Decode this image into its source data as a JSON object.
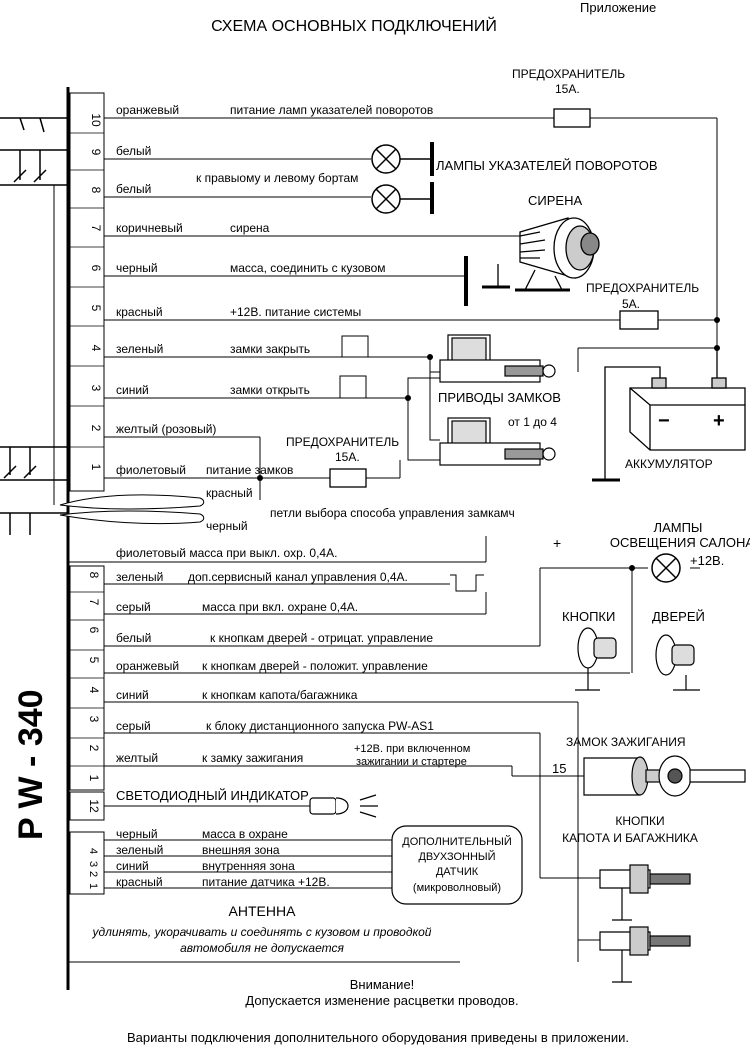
{
  "header": {
    "title": "СХЕМА ОСНОВНЫХ ПОДКЛЮЧЕНИЙ",
    "appendix": "Приложение"
  },
  "device": {
    "label": "P W - 340"
  },
  "top_connector": {
    "pins": [
      {
        "num": "10",
        "color": "оранжевый",
        "desc": "питание ламп указателей поворотов"
      },
      {
        "num": "9",
        "color": "белый",
        "desc": ""
      },
      {
        "num": "8",
        "color": "белый",
        "desc": "к правыому и левому бортам"
      },
      {
        "num": "7",
        "color": "коричневый",
        "desc": "сирена"
      },
      {
        "num": "6",
        "color": "черный",
        "desc": "масса, соединить с кузовом"
      },
      {
        "num": "5",
        "color": "красный",
        "desc": "+12В. питание системы"
      },
      {
        "num": "4",
        "color": "зеленый",
        "desc": "замки закрыть"
      },
      {
        "num": "3",
        "color": "синий",
        "desc": "замки открыть"
      },
      {
        "num": "2",
        "color": "желтый (розовый)",
        "desc": ""
      },
      {
        "num": "1",
        "color": "фиолетовый",
        "desc": "питание   замков"
      }
    ]
  },
  "loops": {
    "red": "красный",
    "black": "черный",
    "desc": "петли выбора способа управления замкамч"
  },
  "components": {
    "fuse1": {
      "label": "ПРЕДОХРАНИТЕЛЬ",
      "value": "15А."
    },
    "fuse2": {
      "label": "ПРЕДОХРАНИТЕЛЬ",
      "value": "5А."
    },
    "fuse3": {
      "label": "ПРЕДОХРАНИТЕЛЬ",
      "value": "15А."
    },
    "turn_lamps": "ЛАМПЫ УКАЗАТЕЛЕЙ ПОВОРОТОВ",
    "siren": "СИРЕНА",
    "lock_drives": "ПРИВОДЫ ЗАМКОВ",
    "lock_range": "от 1 до 4",
    "battery": "АККУМУЛЯТОР",
    "battery_minus": "−",
    "battery_plus": "+",
    "interior_lamps_1": "ЛАМПЫ",
    "interior_lamps_2": "ОСВЕЩЕНИЯ САЛОНА",
    "plus12": "+12В.",
    "plus_sign": "+",
    "buttons": "КНОПКИ",
    "doors": "ДВЕРЕЙ",
    "ignition": "ЗАМОК ЗАЖИГАНИЯ",
    "ign_pin": "15",
    "hood_1": "КНОПКИ",
    "hood_2": "КАПОТА И БАГАЖНИКА"
  },
  "violet_line": "фиолетовый масса при выкл. охр. 0,4А.",
  "mid_connector": {
    "pins": [
      {
        "num": "8",
        "color": "зеленый",
        "desc": "доп.сервисный канал управления 0,4А."
      },
      {
        "num": "7",
        "color": "серый",
        "desc": "масса при вкл. охране  0,4А."
      },
      {
        "num": "6",
        "color": "белый",
        "desc": "к кнопкам дверей - отрицат. управление"
      },
      {
        "num": "5",
        "color": "оранжевый",
        "desc": "к кнопкам дверей - положит. управление"
      },
      {
        "num": "4",
        "color": "синий",
        "desc": "к кнопкам капота/багажника"
      },
      {
        "num": "3",
        "color": "серый",
        "desc": "к блоку дистанционного запуска PW-AS1"
      },
      {
        "num": "2",
        "color": "желтый",
        "desc": "к замку зажигания"
      },
      {
        "num": "1",
        "color": "",
        "desc": ""
      }
    ],
    "ign_note_1": "+12В. при включенном",
    "ign_note_2": "зажигании и стартере"
  },
  "led": {
    "num": "12",
    "label": "СВЕТОДИОДНЫЙ ИНДИКАТОР"
  },
  "sensor_connector": {
    "pins": [
      {
        "num": "4",
        "color": "черный",
        "desc": "масса в охране"
      },
      {
        "num": "3",
        "color": "зеленый",
        "desc": "внешняя зона"
      },
      {
        "num": "2",
        "color": "синий",
        "desc": "внутренняя зона"
      },
      {
        "num": "1",
        "color": "красный",
        "desc": "питание датчика +12В."
      }
    ],
    "sensor_lines": [
      "ДОПОЛНИТЕЛЬНЫЙ",
      "ДВУХЗОННЫЙ",
      "ДАТЧИК",
      "(микроволновый)"
    ]
  },
  "antenna": {
    "title": "АНТЕННА",
    "note_1": "удлинять, укорачивать и соединять с кузовом и проводкой",
    "note_2": "автомобиля не допускается"
  },
  "footer": {
    "attention": "Внимание!",
    "note": "Допускается изменение расцветки проводов.",
    "bottom": "Варианты подключения дополнительного оборудования приведены в приложении."
  }
}
